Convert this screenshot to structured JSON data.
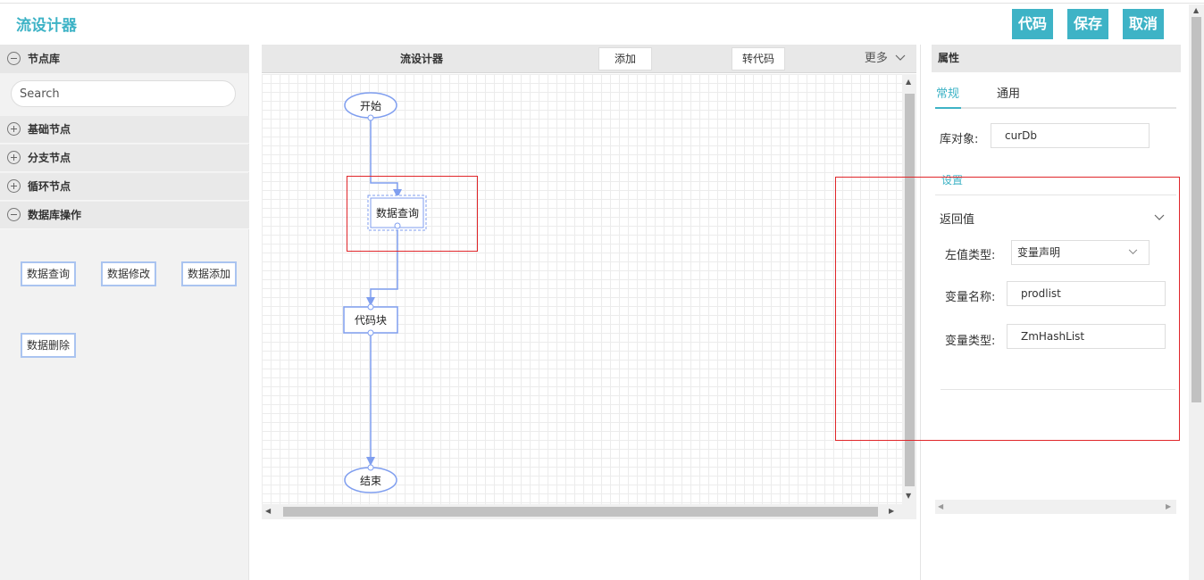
{
  "app": {
    "title": "流设计器"
  },
  "toolbar": {
    "code_label": "代码",
    "save_label": "保存",
    "cancel_label": "取消"
  },
  "colors": {
    "accent": "#3eb3c6",
    "node_border": "#7f9eef",
    "highlight": "#e0262a"
  },
  "left_panel": {
    "library_title": "节点库",
    "search": {
      "placeholder": "Search",
      "value": ""
    },
    "categories": [
      {
        "label": "基础节点",
        "icon": "plus-circle-icon",
        "expanded": false
      },
      {
        "label": "分支节点",
        "icon": "plus-circle-icon",
        "expanded": false
      },
      {
        "label": "循环节点",
        "icon": "plus-circle-icon",
        "expanded": false
      },
      {
        "label": "数据库操作",
        "icon": "minus-circle-icon",
        "expanded": true
      }
    ],
    "palette_nodes": [
      "数据查询",
      "数据修改",
      "数据添加",
      "数据删除"
    ]
  },
  "canvas": {
    "title": "流设计器",
    "add_label": "添加",
    "convert_label": "转代码",
    "more_label": "更多",
    "nodes": {
      "start": "开始",
      "query": "数据查询",
      "code_block": "代码块",
      "end": "结束"
    }
  },
  "properties": {
    "title": "属性",
    "tabs": [
      {
        "label": "常规",
        "active": true
      },
      {
        "label": "通用",
        "active": false
      }
    ],
    "library_object": {
      "label": "库对象:",
      "value": "curDb"
    },
    "settings_title": "设置",
    "return_value": {
      "title": "返回值",
      "left_type": {
        "label": "左值类型:",
        "value": "变量声明"
      },
      "var_name": {
        "label": "变量名称:",
        "value": "prodlist"
      },
      "var_type": {
        "label": "变量类型:",
        "value": "ZmHashList"
      }
    }
  }
}
